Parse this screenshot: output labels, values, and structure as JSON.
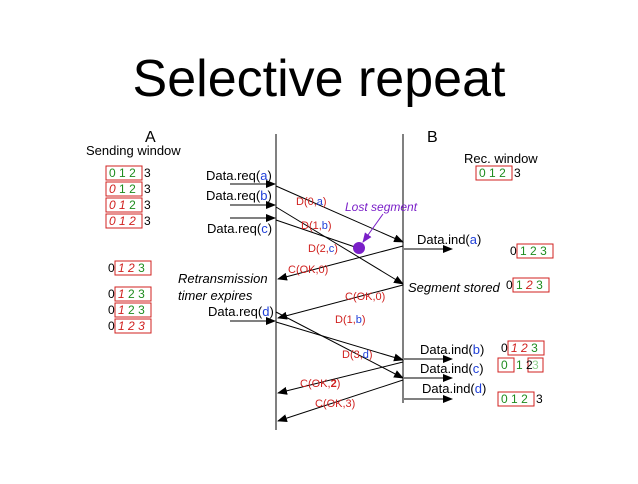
{
  "title": "Selective repeat",
  "colors": {
    "green": "#1e8c1e",
    "blue": "#1f3fd8",
    "red": "#d0211f",
    "purple": "#7a1fc8",
    "black": "#000000",
    "box_border": "#d0211f"
  },
  "endpoints": {
    "a": "A",
    "b": "B"
  },
  "headers": {
    "sending_window": "Sending window",
    "rec_window": "Rec. window"
  },
  "sender_labels": {
    "req_a_pre": "Data.req(",
    "req_a_arg": "a",
    "req_a_post": ")",
    "req_b_pre": "Data.req(",
    "req_b_arg": "b",
    "req_b_post": ")",
    "req_c_pre": "Data.req(",
    "req_c_arg": "c",
    "req_c_post": ")",
    "req_d_pre": "Data.req(",
    "req_d_arg": "d",
    "req_d_post": ")",
    "timer_line1": "Retransmission",
    "timer_line2": "timer expires"
  },
  "receiver_labels": {
    "ind_a_pre": "Data.ind(",
    "ind_a_arg": "a",
    "ind_a_post": ")",
    "segment_stored": "Segment stored",
    "ind_b_pre": "Data.ind(",
    "ind_b_arg": "b",
    "ind_b_post": ")",
    "ind_c_pre": "Data.ind(",
    "ind_c_arg": "c",
    "ind_c_post": ")",
    "ind_d_pre": "Data.ind(",
    "ind_d_arg": "d",
    "ind_d_post": ")"
  },
  "messages": {
    "d0_pre": "D(0,",
    "d0_arg": "a",
    "d0_post": ")",
    "d1_pre": "D(1,",
    "d1_arg": "b",
    "d1_post": ")",
    "d2_pre": "D(2,",
    "d2_arg": "c",
    "d2_post": ")",
    "c_ok0": "C(OK,0)",
    "c_ok0_b": "C(OK,0)",
    "d1r_pre": "D(1,",
    "d1r_arg": "b",
    "d1r_post": ")",
    "d3_pre": "D(3,",
    "d3_arg": "d",
    "d3_post": ")",
    "c_ok2_pre": "C(OK,",
    "c_ok2_arg": "2",
    "c_ok2_post": ")",
    "c_ok3": "C(OK,3)"
  },
  "lost_segment": "Lost segment",
  "digits": {
    "d0": "0",
    "d1": "1",
    "d2": "2",
    "d3": "3"
  }
}
